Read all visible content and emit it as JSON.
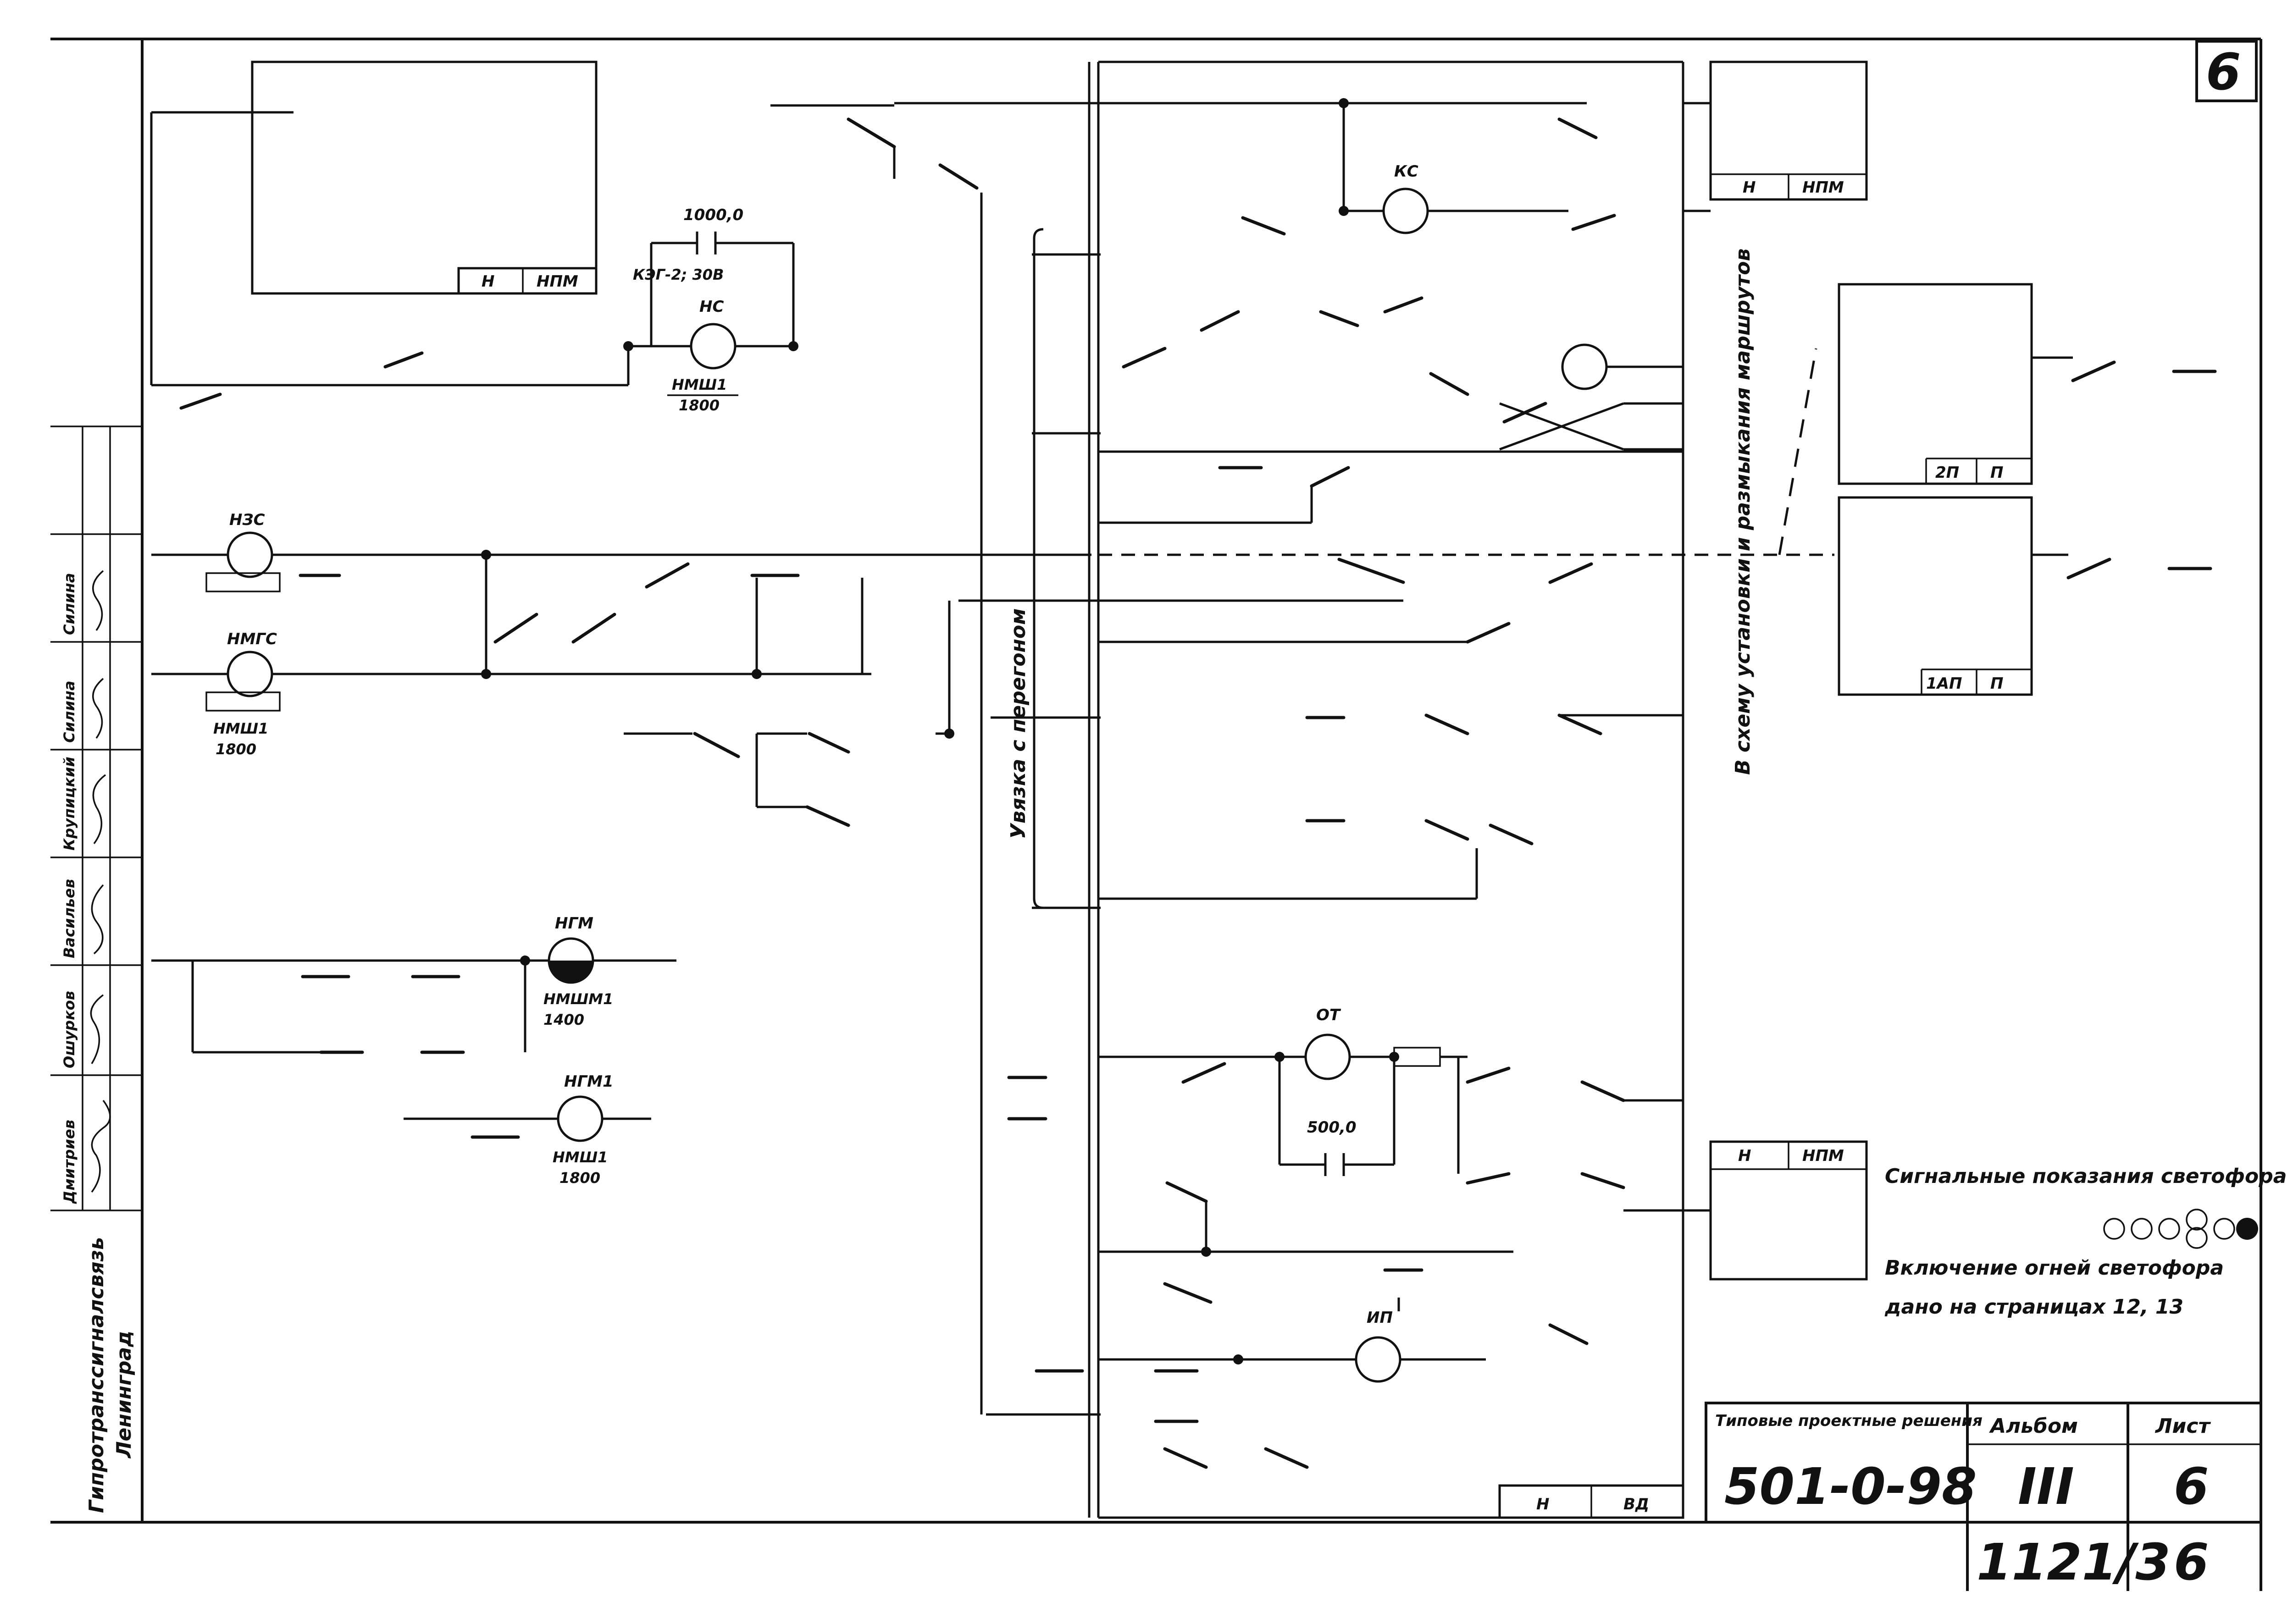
{
  "sheet_badge": "6",
  "org": {
    "line1": "Гипротрансcигналсвязь",
    "line2": "Ленинград"
  },
  "signers": [
    "Дмитриев",
    "Ошурков",
    "Васильев",
    "Крупицкий",
    "Силина",
    "Силина"
  ],
  "title_block": {
    "header": "Типовые проектные решения",
    "code": "501-0-98",
    "album_label": "Альбом",
    "album_value": "III",
    "sheet_label": "Лист",
    "sheet_value": "6",
    "inv": "1121/3",
    "inv_sheet": "6"
  },
  "vertical_labels": {
    "left_group": "Увязка с перегоном",
    "right_group": "В схему установки и размыкания маршрутов"
  },
  "notes": {
    "line1": "Сигнальные показания светофора „Н\":",
    "line2": "Включение огней светофора",
    "line3": "дано на страницах 12, 13"
  },
  "relays": [
    {
      "name": "НС",
      "type_lines": [
        "НМШ1",
        "1800"
      ]
    },
    {
      "name": "НЗС",
      "type_lines": []
    },
    {
      "name": "НМГС",
      "type_lines": [
        "НМШ1",
        "1800"
      ]
    },
    {
      "name": "НГМ",
      "type_lines": [
        "НМШМ1",
        "1400"
      ]
    },
    {
      "name": "НГМ1",
      "type_lines": [
        "НМШ1",
        "1800"
      ]
    },
    {
      "name": "КС",
      "type_lines": []
    },
    {
      "name": "ОТ",
      "type_lines": []
    },
    {
      "name": "ИП",
      "type_lines": []
    }
  ],
  "capacitors": [
    {
      "value": "1000,0",
      "type": "КЭГ-2; 30В"
    },
    {
      "value": "500,0",
      "type": ""
    }
  ],
  "block_boxes": [
    {
      "label_a": "Н",
      "label_b": "НПМ"
    },
    {
      "label_a": "Н",
      "label_b": "НПМ"
    },
    {
      "label_a": "2П",
      "label_b": "П"
    },
    {
      "label_a": "1АП",
      "label_b": "П"
    },
    {
      "label_a": "Н",
      "label_b": "НПМ"
    },
    {
      "label_a": "Н",
      "label_b": "ВД"
    }
  ],
  "colors": {
    "ink": "#111111",
    "paper": "#ffffff"
  }
}
